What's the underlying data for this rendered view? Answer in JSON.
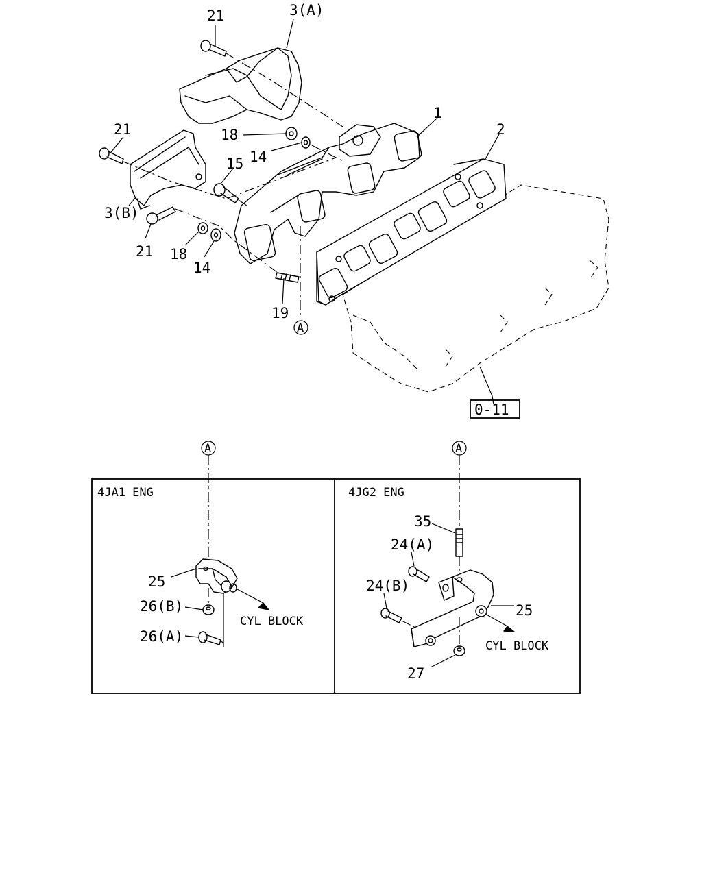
{
  "callouts": {
    "c21_top": "21",
    "c3a": "3(A)",
    "c1": "1",
    "c2": "2",
    "c21_left": "21",
    "c18_top": "18",
    "c14_top": "14",
    "c15": "15",
    "c3b": "3(B)",
    "c21_bottom": "21",
    "c18_bottom": "18",
    "c14_bottom": "14",
    "c19": "19",
    "refA_top": "A",
    "ref_0_11": "0-11",
    "refA_left": "A",
    "refA_right": "A"
  },
  "panel_left": {
    "title": "4JA1 ENG",
    "c25": "25",
    "c26b": "26(B)",
    "c26a": "26(A)",
    "arrow_label": "CYL BLOCK"
  },
  "panel_right": {
    "title": "4JG2 ENG",
    "c35": "35",
    "c24a": "24(A)",
    "c24b": "24(B)",
    "c25": "25",
    "arrow_label": "CYL BLOCK",
    "c27": "27"
  }
}
